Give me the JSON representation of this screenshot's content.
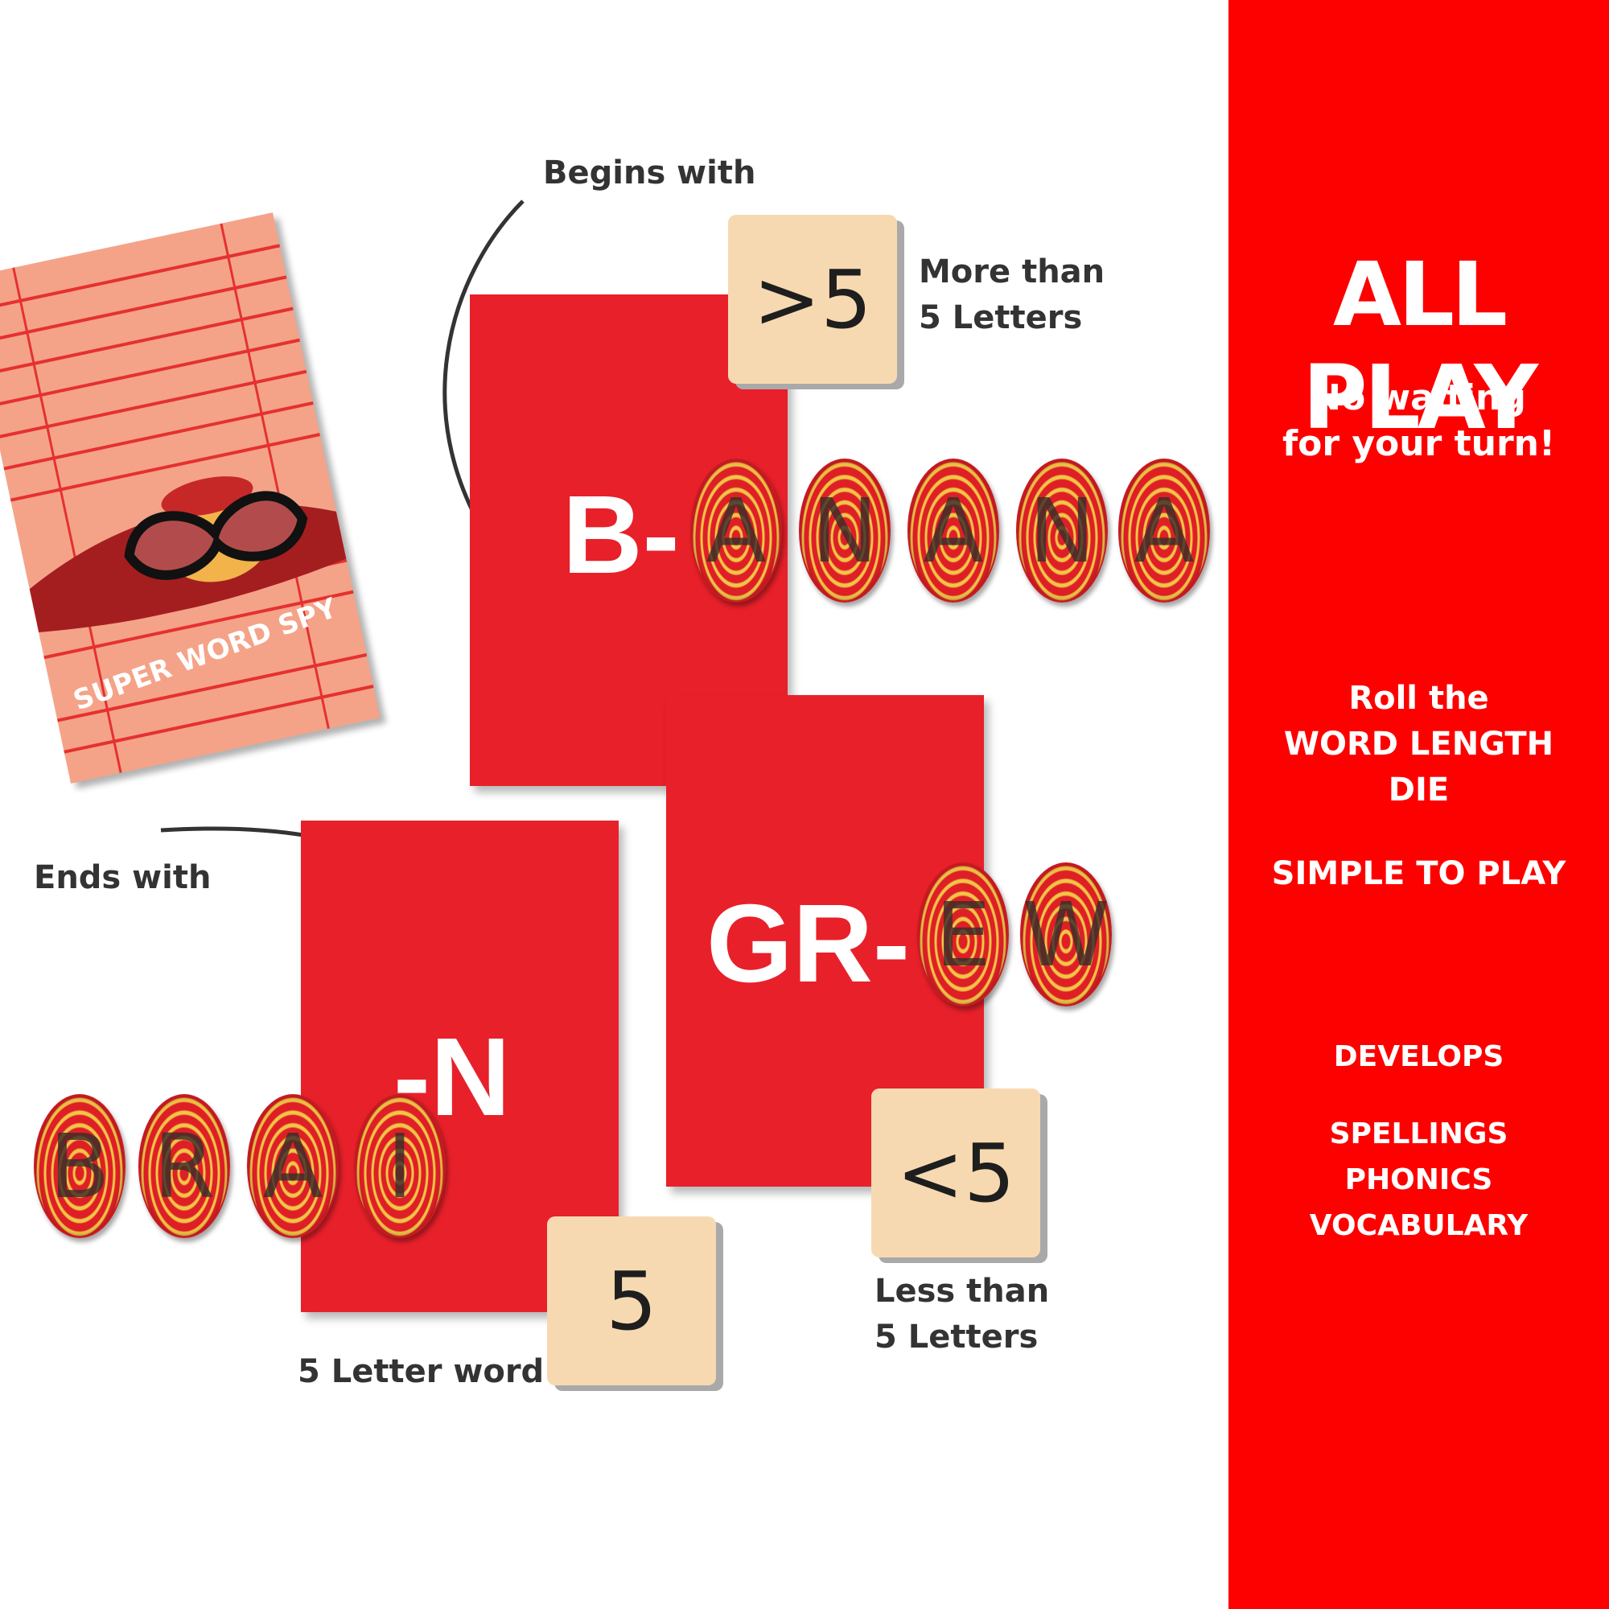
{
  "sidebar": {
    "brand": "ALL PLAY",
    "tagline_line1": "No waiting",
    "tagline_line2": "for your turn!",
    "roll_line1": "Roll the",
    "roll_line2": "WORD LENGTH",
    "roll_line3": "DIE",
    "simple": "SIMPLE TO PLAY",
    "develops": "DEVELOPS",
    "skills": [
      "SPELLINGS",
      "PHONICS",
      "VOCABULARY"
    ]
  },
  "spy_card": {
    "title": "SUPER WORD SPY"
  },
  "labels": {
    "begins_with": "Begins with",
    "ends_with": "Ends with",
    "more_than_line1": "More than",
    "more_than_line2": "5 Letters",
    "less_than_line1": "Less than",
    "less_than_line2": "5 Letters",
    "five_letter": "5 Letter word"
  },
  "dice": {
    "more": ">5",
    "less": "<5",
    "five": "5"
  },
  "cards": {
    "begin": "B-",
    "middle": "GR-",
    "end": "-N"
  },
  "tokens": {
    "banana": [
      "A",
      "N",
      "A",
      "N",
      "A"
    ],
    "grew": [
      "E",
      "W"
    ],
    "brain": [
      "B",
      "R",
      "A",
      "I"
    ]
  },
  "colors": {
    "brand_red": "#fd0000",
    "card_red": "#e8202a",
    "tile": "#f7d9b1"
  }
}
